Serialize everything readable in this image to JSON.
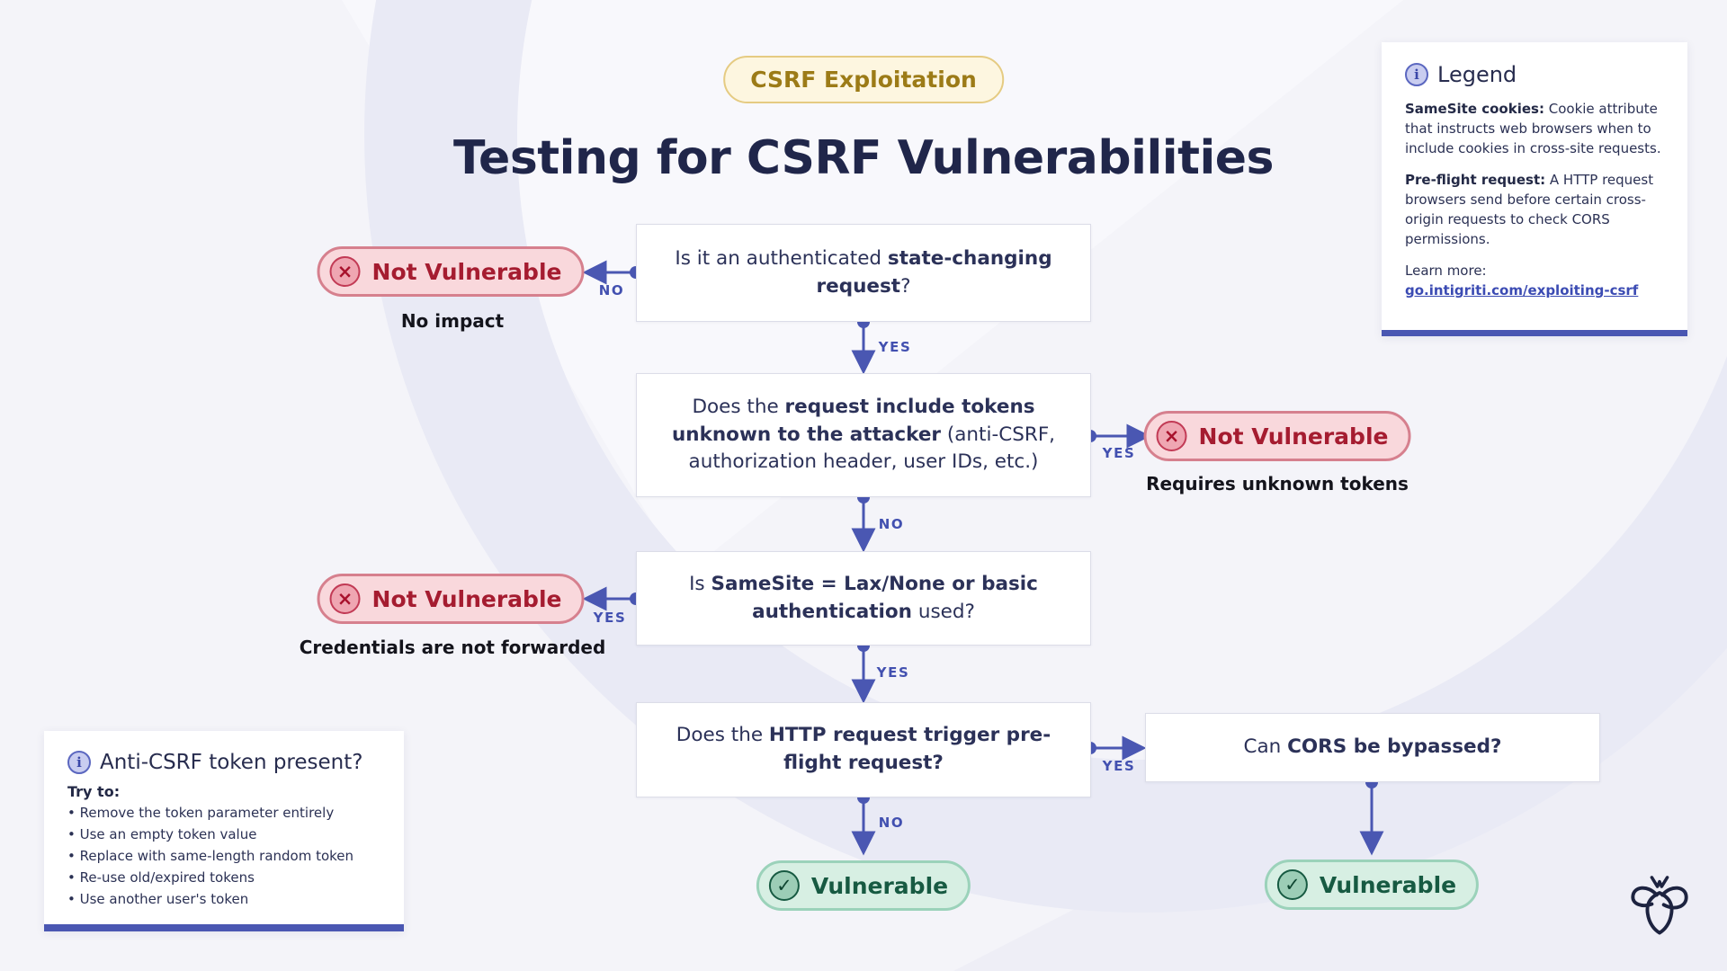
{
  "badge": {
    "label": "CSRF Exploitation"
  },
  "title": "Testing for CSRF Vulnerabilities",
  "legend": {
    "title": "Legend",
    "entries": [
      {
        "term": "SameSite cookies:",
        "text": " Cookie attribute that instructs web browsers when to include cookies in cross-site requests."
      },
      {
        "term": "Pre-flight request:",
        "text": " A HTTP request browsers send before certain cross-origin requests to check CORS permissions."
      }
    ],
    "learn_more_label": "Learn more: ",
    "learn_more_link": "go.intigriti.com/exploiting-csrf"
  },
  "nodes": {
    "q1": {
      "segments": [
        {
          "t": "Is it an authenticated "
        },
        {
          "t": "state-changing request",
          "b": true
        },
        {
          "t": "?"
        }
      ]
    },
    "q2": {
      "segments": [
        {
          "t": "Does the "
        },
        {
          "t": "request include tokens unknown to the attacker",
          "b": true
        },
        {
          "t": " (anti-CSRF, authorization header, user IDs, etc.)"
        }
      ]
    },
    "q3": {
      "segments": [
        {
          "t": "Is "
        },
        {
          "t": "SameSite = Lax/None or basic authentication",
          "b": true
        },
        {
          "t": " used?"
        }
      ]
    },
    "q4": {
      "segments": [
        {
          "t": "Does the "
        },
        {
          "t": "HTTP request trigger pre-flight request?",
          "b": true
        }
      ]
    },
    "q5": {
      "segments": [
        {
          "t": "Can "
        },
        {
          "t": "CORS be bypassed?",
          "b": true
        }
      ]
    }
  },
  "outcomes": {
    "nv1": {
      "label": "Not Vulnerable",
      "note": "No impact"
    },
    "nv2": {
      "label": "Not Vulnerable",
      "note": "Requires unknown tokens"
    },
    "nv3": {
      "label": "Not Vulnerable",
      "note": "Credentials are not forwarded"
    },
    "v1": {
      "label": "Vulnerable"
    },
    "v2": {
      "label": "Vulnerable"
    }
  },
  "edges": {
    "e1": "NO",
    "e2": "YES",
    "e3": "YES",
    "e4": "NO",
    "e5": "YES",
    "e6": "YES",
    "e7": "YES",
    "e8": "NO"
  },
  "tip_card": {
    "title": "Anti-CSRF token present?",
    "lead": "Try to:",
    "bullet_char": "•",
    "items": [
      "Remove the token parameter entirely",
      "Use an empty token value",
      "Replace with same-length random token",
      "Re-use old/expired tokens",
      "Use another user's token"
    ]
  },
  "icons": {
    "info": "i",
    "fail": "×",
    "pass": "✓"
  },
  "colors": {
    "accent": "#4a57b2",
    "danger_text": "#a51c30",
    "danger_bg": "#f9d8dc",
    "success_text": "#175a42",
    "success_bg": "#d7efe3",
    "badge_text": "#9c7b17",
    "badge_bg": "#fdf6e0",
    "title_text": "#20264a",
    "background": "#f4f4f9"
  }
}
